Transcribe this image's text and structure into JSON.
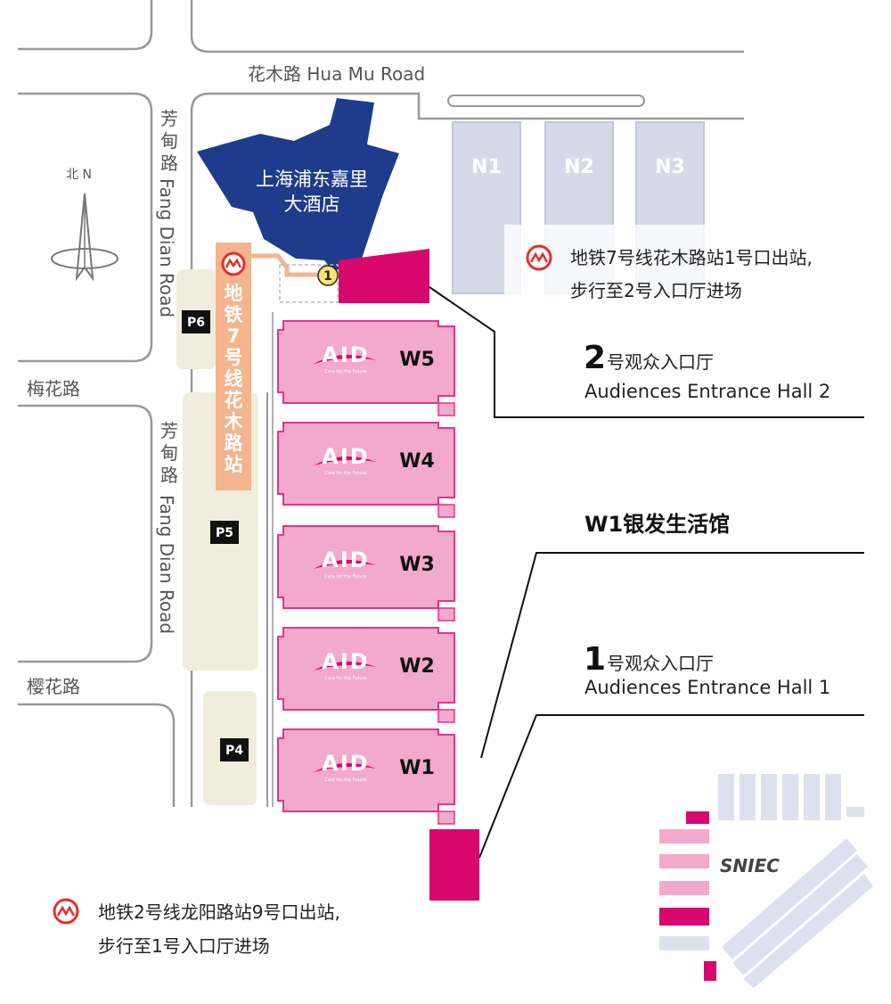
{
  "roads": {
    "huamu": "花木路 Hua Mu Road",
    "fangdian_cn": "芳甸路",
    "fangdian_en": "Fang Dian Road",
    "meihua": "梅花路",
    "yinghua": "樱花路"
  },
  "compass": {
    "label": "北 N"
  },
  "hotel": {
    "line1": "上海浦东嘉里",
    "line2": "大酒店"
  },
  "north_halls": [
    "N1",
    "N2",
    "N3"
  ],
  "west_halls": [
    {
      "id": "W5",
      "logo": "AID",
      "tagline": "Care for the Future"
    },
    {
      "id": "W4",
      "logo": "AID",
      "tagline": "Care for the Future"
    },
    {
      "id": "W3",
      "logo": "AID",
      "tagline": "Care for the Future"
    },
    {
      "id": "W2",
      "logo": "AID",
      "tagline": "Care for the Future"
    },
    {
      "id": "W1",
      "logo": "AID",
      "tagline": "Care for the Future"
    }
  ],
  "parking": [
    "P6",
    "P5",
    "P4"
  ],
  "metro_station": {
    "chars": [
      "地",
      "铁",
      "7",
      "号",
      "线",
      "花",
      "木",
      "路",
      "站"
    ],
    "exit_number": "1"
  },
  "notes": {
    "line7_l1": "地铁7号线花木路站1号口出站,",
    "line7_l2": "步行至2号入口厅进场",
    "line2_l1": "地铁2号线龙阳路站9号口出站,",
    "line2_l2": "步行至1号入口厅进场"
  },
  "entrance2": {
    "num": "2",
    "cn": "号观众入口厅",
    "en": "Audiences Entrance Hall 2"
  },
  "entrance1": {
    "num": "1",
    "cn": "号观众入口厅",
    "en": "Audiences Entrance Hall 1"
  },
  "w1_title": "W1银发生活馆",
  "sniec": "SNIEC",
  "colors": {
    "road": "#999999",
    "hotel": "#1f3c8c",
    "hall_pink": "#f2a9cc",
    "hall_border": "#e4338a",
    "magenta": "#d8076e",
    "parking_beige": "#f1ecdc",
    "north_hall": "#d6d9e8",
    "metro_orange": "#f3b48e",
    "metro_red": "#e0312f",
    "exit_yellow": "#f6e27a"
  }
}
